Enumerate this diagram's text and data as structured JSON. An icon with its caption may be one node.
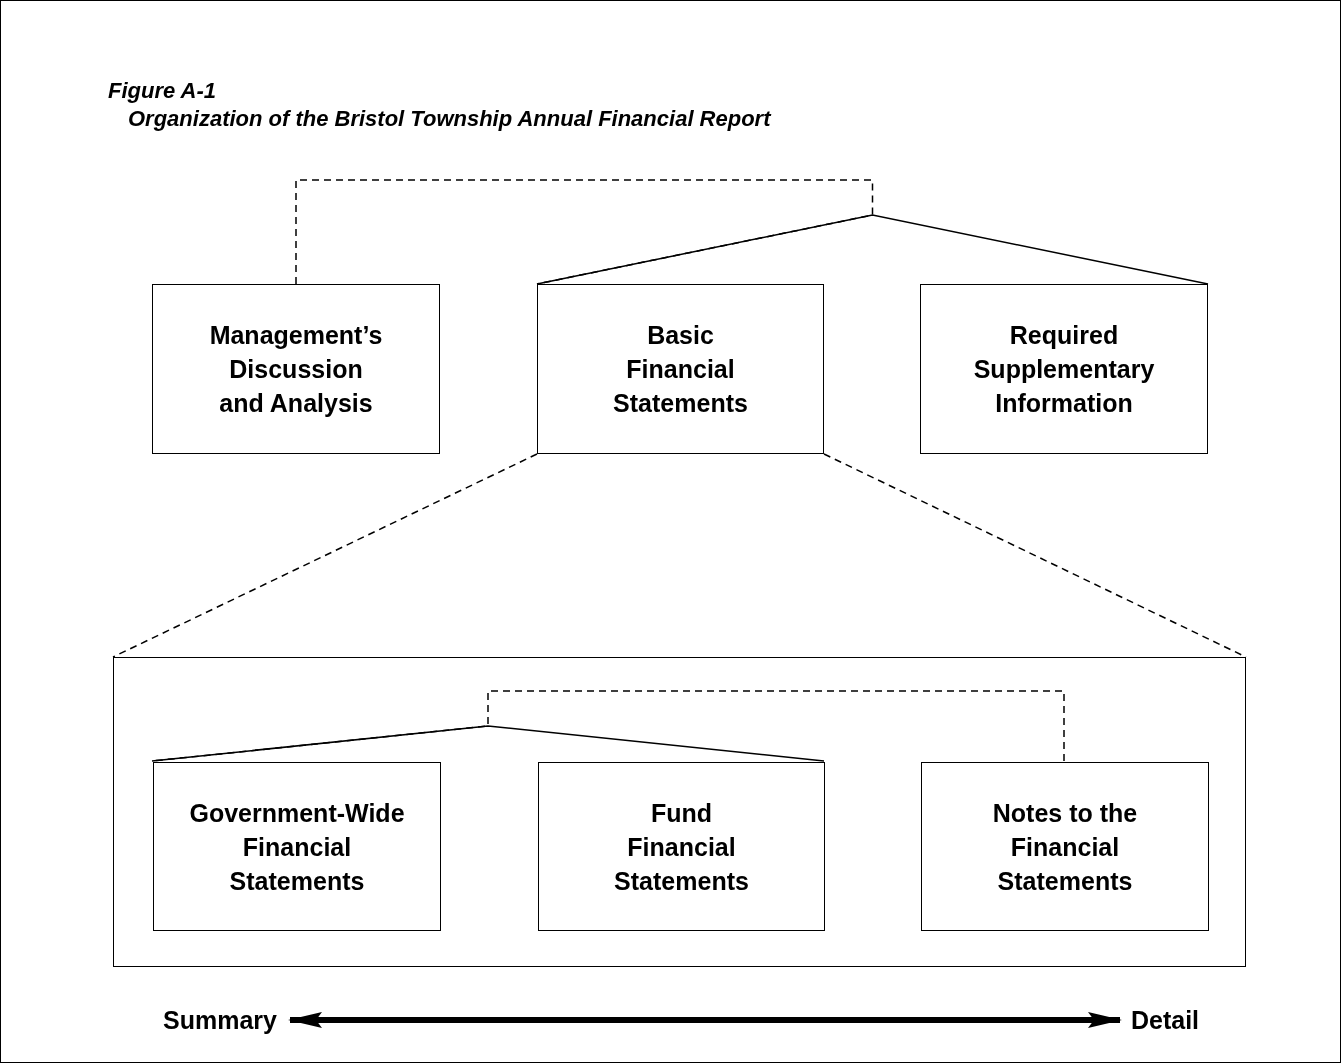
{
  "diagram": {
    "title": "Figure A-1",
    "caption": "Organization of the Bristol Township Annual Financial Report",
    "nodes": [
      {
        "text": [
          "Management’s Discussion and Analysis"
        ]
      },
      {
        "text": [
          "Basic Financial Statements"
        ]
      },
      {
        "text": [
          "Required Supplementary Information"
        ]
      },
      {
        "text": [],
        "shape": "box"
      },
      {
        "text": [
          "Government-Wide Financial Statements"
        ],
        "in": 3
      },
      {
        "text": [
          "Fund Financial Statements"
        ],
        "in": 3
      },
      {
        "text": [
          "Notes to the Financial Statements"
        ],
        "in": 3
      },
      {
        "text": [
          "Summary"
        ]
      },
      {
        "text": [
          "Detail"
        ]
      }
    ],
    "edges": [
      {
        "from": 1,
        "to": 2,
        "arrow": "none"
      },
      {
        "from": 0,
        "to": 1,
        "arrow": "none",
        "style": "dashed"
      },
      {
        "from": 1,
        "to": 3,
        "arrow": "none",
        "style": "dashed"
      },
      {
        "from": 4,
        "to": 5,
        "arrow": "none"
      },
      {
        "from": 6,
        "to": 4,
        "arrow": "none",
        "style": "dashed"
      },
      {
        "from": 7,
        "to": 8,
        "arrow": "both",
        "style": "thick"
      }
    ]
  }
}
